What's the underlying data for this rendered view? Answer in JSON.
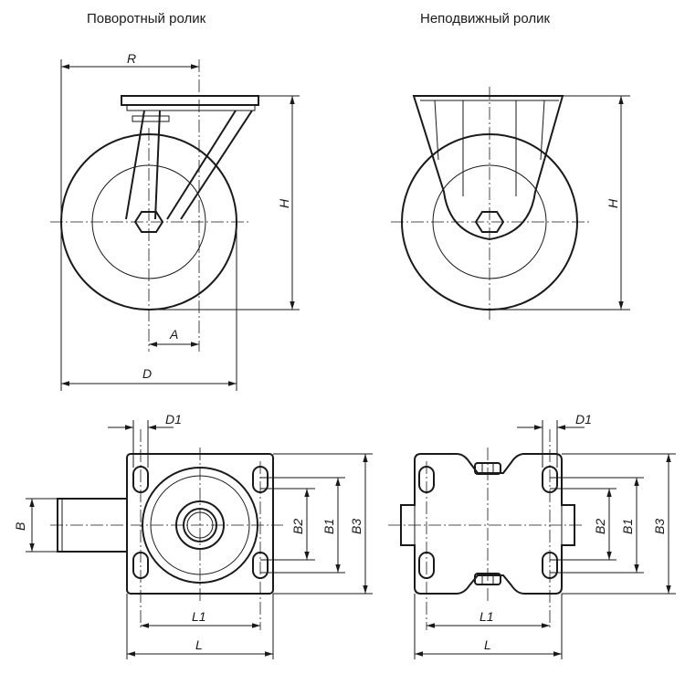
{
  "views": {
    "swivel_title": "Поворотный ролик",
    "fixed_title": "Неподвижный ролик"
  },
  "dimensions": {
    "R": "R",
    "H": "H",
    "A": "A",
    "D": "D",
    "D1": "D1",
    "B": "B",
    "B1": "B1",
    "B2": "B2",
    "B3": "B3",
    "L": "L",
    "L1": "L1"
  }
}
